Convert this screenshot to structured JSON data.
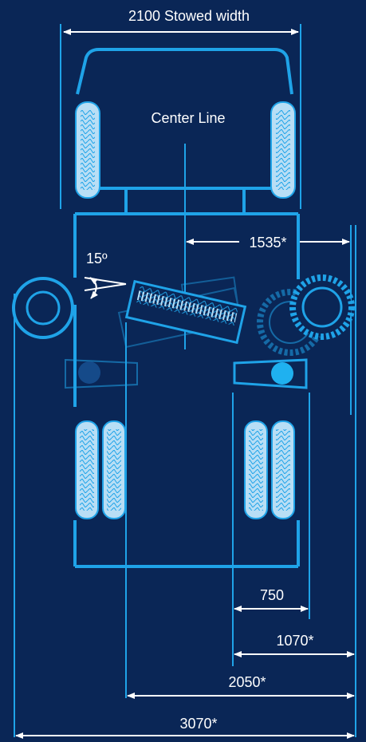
{
  "diagram": {
    "stowed_width_label": "2100 Stowed width",
    "center_line_label": "Center Line",
    "angle_label": "15º",
    "dim_1535_label": "1535*",
    "dim_750_label": "750",
    "dim_1070_label": "1070*",
    "dim_2050_label": "2050*",
    "dim_3070_label": "3070*"
  },
  "colors": {
    "background": "#0a2656",
    "line": "#1fa3e8",
    "tire_fill": "#b8def5",
    "dimension": "#ffffff",
    "highlight": "#1fb1f0"
  }
}
